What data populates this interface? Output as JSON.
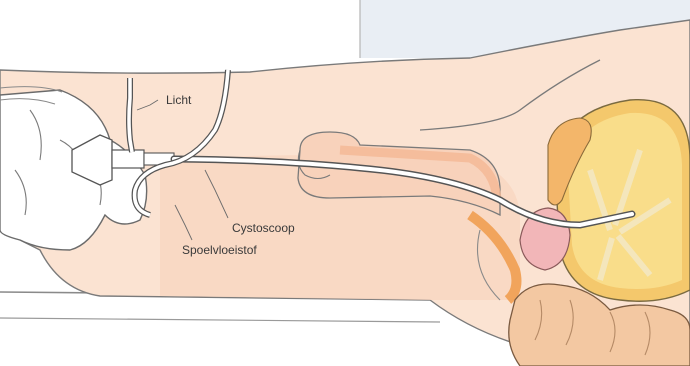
{
  "labels": {
    "light": "Licht",
    "cystoscope": "Cystoscoop",
    "irrigation": "Spoelvloeistof"
  },
  "colors": {
    "background": "#ffffff",
    "skin": "#fbe3d2",
    "skin_deep": "#f6c8ad",
    "bladder_wall": "#f4c86c",
    "bladder_inner": "#f9dd8a",
    "prostate": "#f2b6b8",
    "bowel": "#f3c8a2",
    "line": "#6b6b6b",
    "panel_blue": "#e9eef4"
  }
}
